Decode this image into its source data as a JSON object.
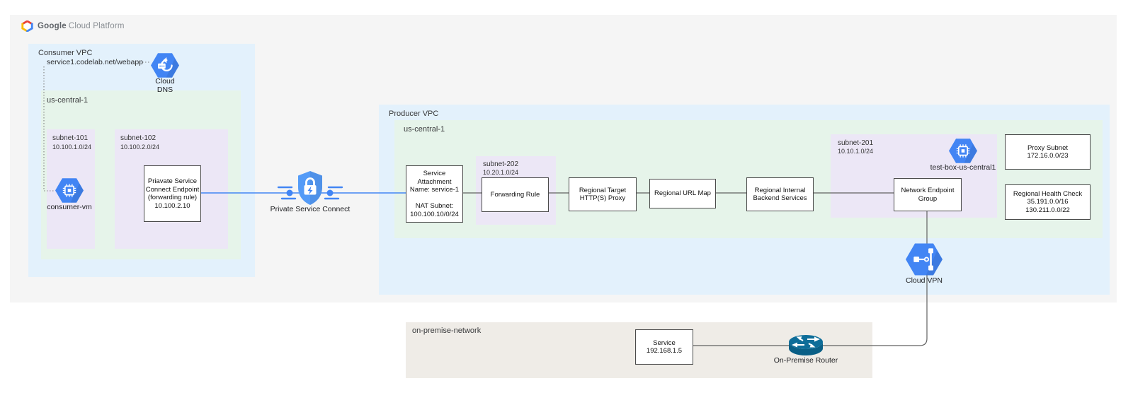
{
  "header": {
    "brand_primary": "Google",
    "brand_secondary": "Cloud Platform"
  },
  "colors": {
    "canvas_gray": "#f5f5f5",
    "vpc_blue": "#e3f1fc",
    "region_green": "#e6f4ea",
    "subnet_purple": "#ece7f6",
    "onprem_beige": "#efece7",
    "accent_blue": "#4285f4",
    "line_gray": "#616161",
    "router_teal": "#0e6d99"
  },
  "consumer_vpc": {
    "title": "Consumer VPC",
    "dns_record": "service1.codelab.net/webapp",
    "cloud_dns_caption": [
      "Cloud",
      "DNS"
    ],
    "region_label": "us-central-1",
    "subnet101_name": "subnet-101",
    "subnet101_cidr": "10.100.1.0/24",
    "consumer_vm_caption": "consumer-vm",
    "subnet102_name": "subnet-102",
    "subnet102_cidr": "10.100.2.0/24",
    "psc_endpoint_lines": [
      "Priavate Service",
      "Connect Endpoint",
      "(forwarding rule)",
      "10.100.2.10"
    ]
  },
  "psc": {
    "caption": "Private Service Connect"
  },
  "producer_vpc": {
    "title": "Producer VPC",
    "region_label": "us-central-1",
    "service_attachment_lines": [
      "Service",
      "Attachment",
      "Name: service-1",
      "",
      "NAT Subnet:",
      "100.100.10/0/24"
    ],
    "subnet202_name": "subnet-202",
    "subnet202_cidr": "10.20.1.0/24",
    "forwarding_rule_label": "Forwarding Rule",
    "target_proxy_lines": [
      "Regional Target",
      "HTTP(S) Proxy"
    ],
    "url_map_label": "Regional URL Map",
    "backend_services_lines": [
      "Regional Internal",
      "Backend Services"
    ],
    "subnet201_name": "subnet-201",
    "subnet201_cidr": "10.10.1.0/24",
    "test_box_caption": "test-box-us-central1",
    "neg_lines": [
      "Network Endpoint",
      "Group"
    ],
    "proxy_subnet_lines": [
      "Proxy Subnet",
      "172.16.0.0/23"
    ],
    "health_check_lines": [
      "Regional Health Check",
      "35.191.0.0/16",
      "130.211.0.0/22"
    ],
    "cloud_vpn_caption": "Cloud VPN"
  },
  "on_premise": {
    "title": "on-premise-network",
    "service_lines": [
      "Service",
      "192.168.1.5"
    ],
    "router_caption": "On-Premise Router"
  }
}
